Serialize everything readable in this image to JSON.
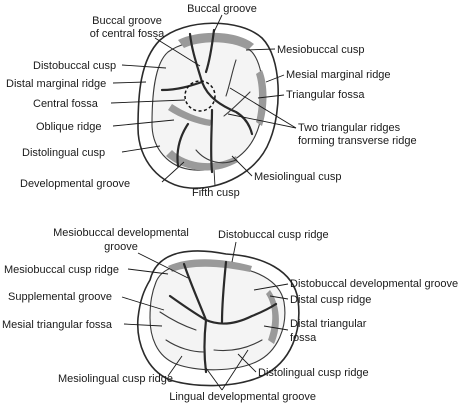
{
  "top_tooth": {
    "labels": {
      "buccal_groove": "Buccal groove",
      "buccal_groove_central_1": "Buccal groove",
      "buccal_groove_central_2": "of central fossa",
      "mesiobuccal_cusp": "Mesiobuccal cusp",
      "distobuccal_cusp": "Distobuccal cusp",
      "mesial_marginal_ridge": "Mesial marginal ridge",
      "distal_marginal_ridge": "Distal marginal ridge",
      "triangular_fossa": "Triangular fossa",
      "central_fossa": "Central fossa",
      "oblique_ridge": "Oblique ridge",
      "two_triangular_1": "Two triangular ridges",
      "two_triangular_2": "forming transverse ridge",
      "distolingual_cusp": "Distolingual cusp",
      "mesiolingual_cusp": "Mesiolingual cusp",
      "developmental_groove": "Developmental groove",
      "fifth_cusp": "Fifth cusp"
    }
  },
  "bottom_tooth": {
    "labels": {
      "mesiobuccal_dev_1": "Mesiobuccal developmental",
      "mesiobuccal_dev_2": "groove",
      "distobuccal_cusp_ridge": "Distobuccal cusp ridge",
      "mesiobuccal_cusp_ridge": "Mesiobuccal cusp ridge",
      "distobuccal_dev_groove": "Distobuccal developmental groove",
      "supplemental_groove": "Supplemental groove",
      "distal_cusp_ridge": "Distal cusp ridge",
      "mesial_triangular_fossa": "Mesial triangular fossa",
      "distal_triangular_1": "Distal triangular",
      "distal_triangular_2": "fossa",
      "mesiolingual_cusp_ridge": "Mesiolingual cusp ridge",
      "distolingual_cusp_ridge": "Distolingual cusp ridge",
      "lingual_dev_groove": "Lingual developmental groove"
    }
  }
}
